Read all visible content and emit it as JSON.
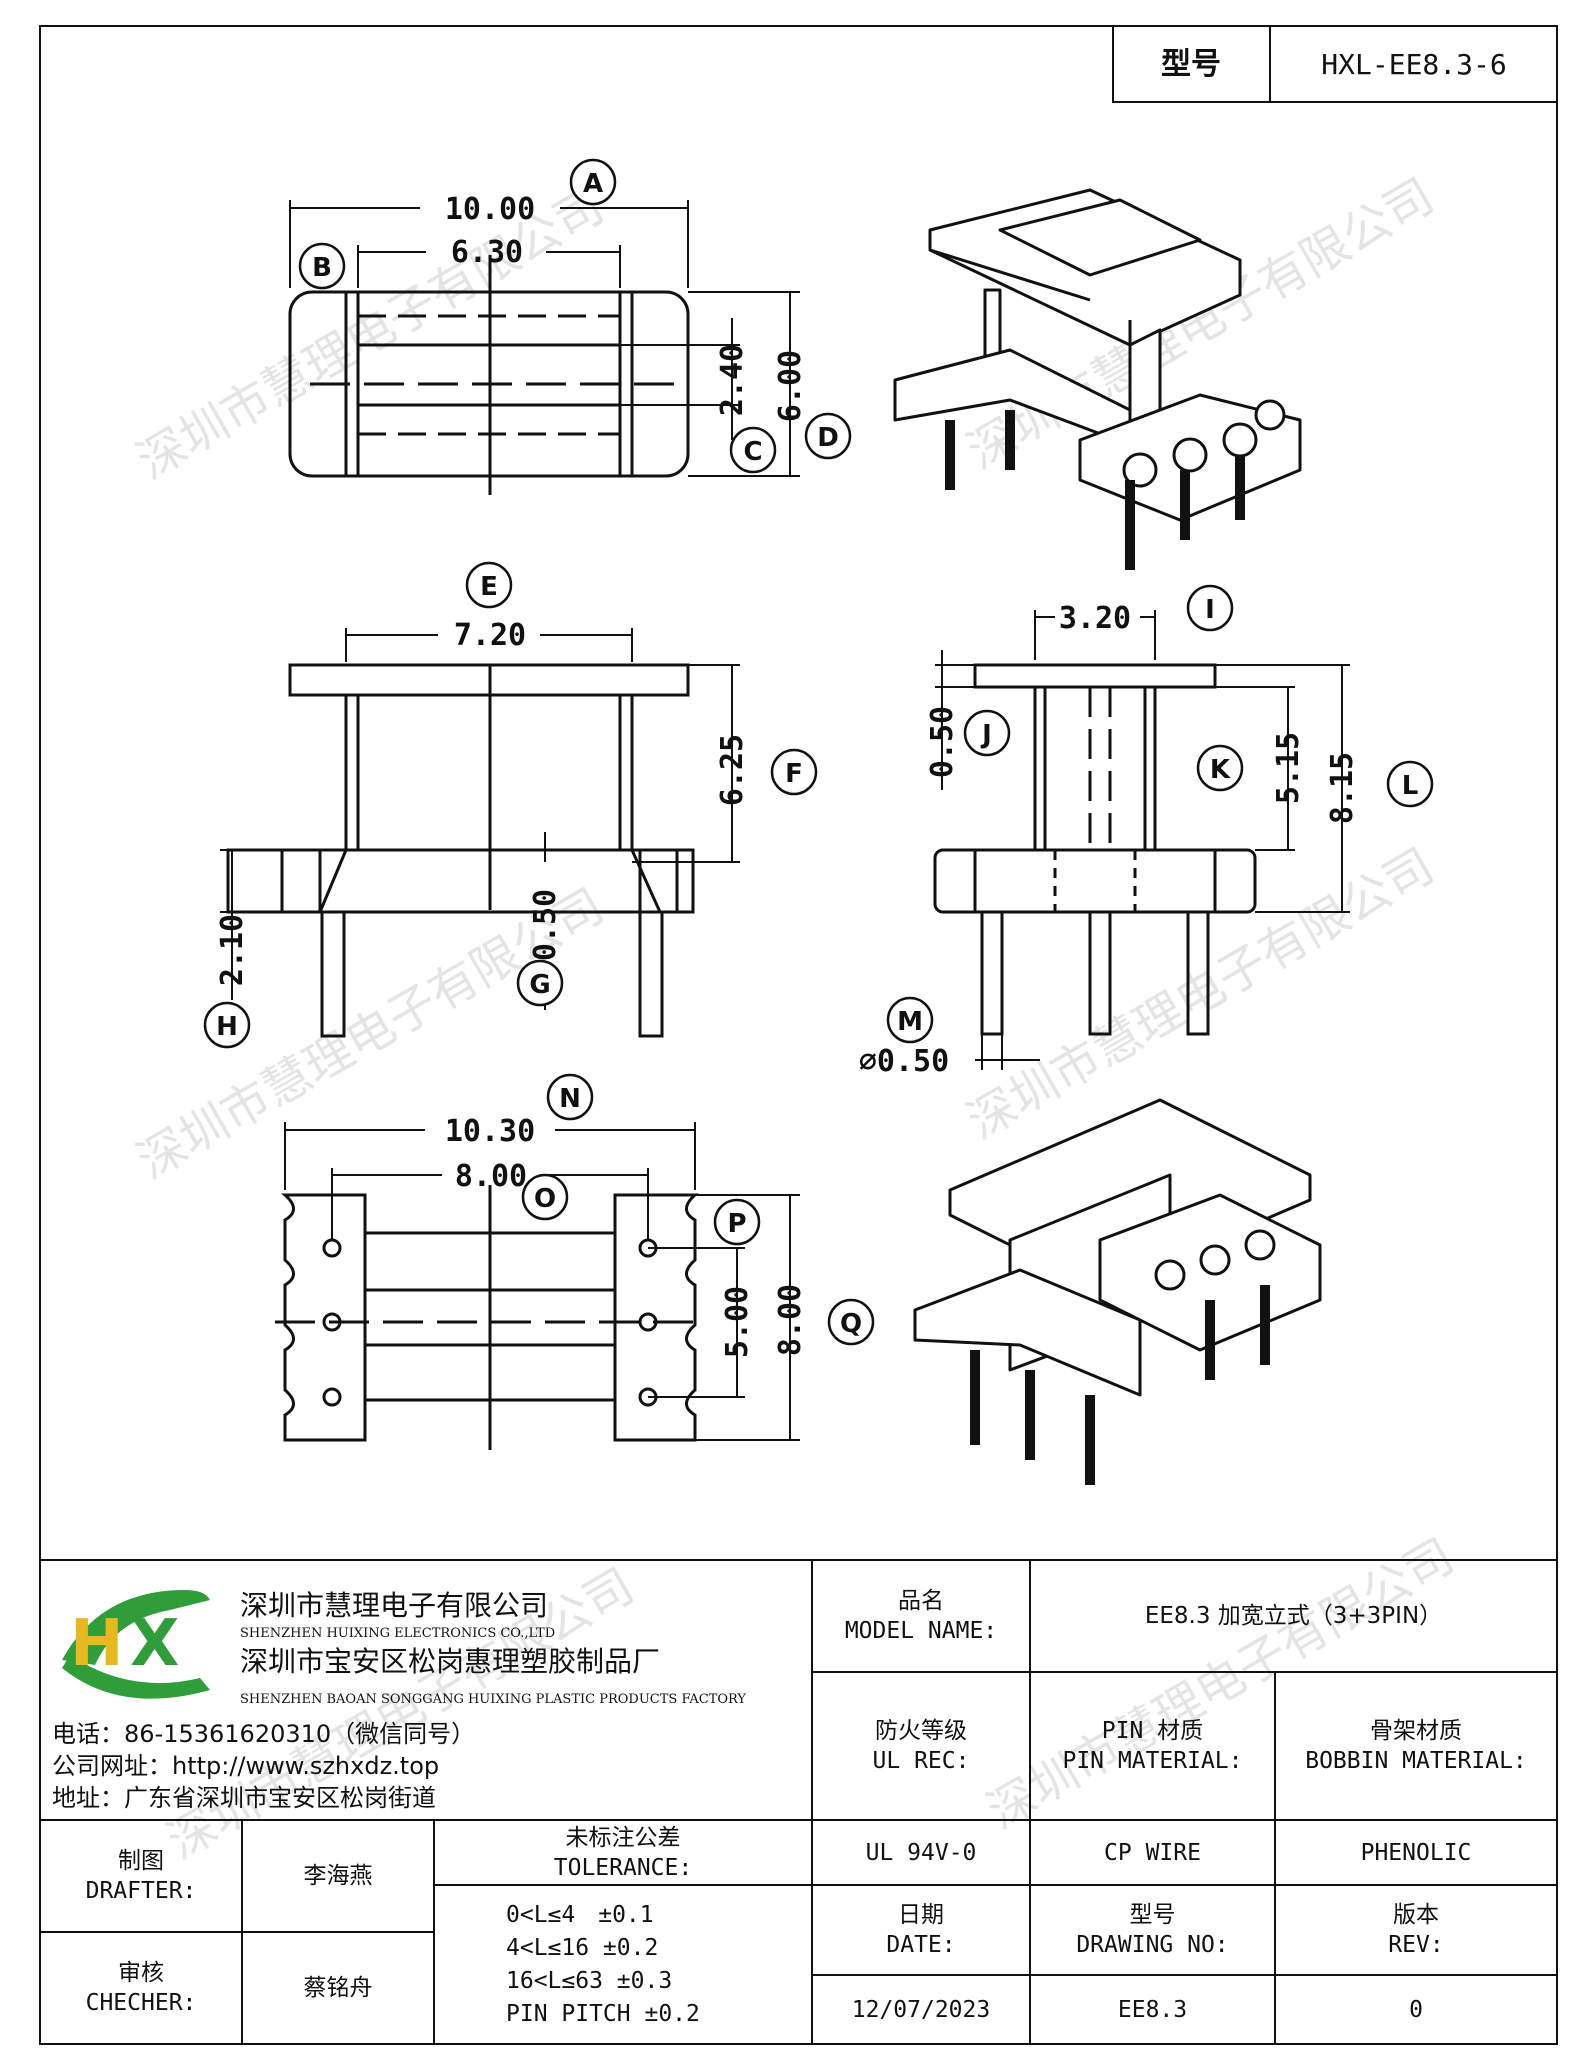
{
  "title_block_top": {
    "label": "型号",
    "value": "HXL-EE8.3-6"
  },
  "dimensions": {
    "A": "10.00",
    "B": "6.30",
    "C": "2.40",
    "D": "6.00",
    "E": "7.20",
    "F": "6.25",
    "G": "0.50",
    "H": "2.10",
    "I": "3.20",
    "J": "0.50",
    "K": "5.15",
    "L": "8.15",
    "M": "⌀0.50",
    "N": "10.30",
    "O": "8.00",
    "P": "5.00",
    "Q": "8.00"
  },
  "callouts": [
    "A",
    "B",
    "C",
    "D",
    "E",
    "F",
    "G",
    "H",
    "I",
    "J",
    "K",
    "L",
    "M",
    "N",
    "O",
    "P",
    "Q"
  ],
  "watermark": "深圳市慧理电子有限公司",
  "company": {
    "logo_letters": "HX",
    "name_cn": "深圳市慧理电子有限公司",
    "name_en": "SHENZHEN HUIXING ELECTRONICS CO.,LTD",
    "factory_cn": "深圳市宝安区松岗惠理塑胶制品厂",
    "factory_en": "SHENZHEN BAOAN SONGGANG HUIXING PLASTIC PRODUCTS FACTORY",
    "phone": "电话：86-15361620310（微信同号）",
    "website": "公司网址：http://www.szhxdz.top",
    "address": "地址：广东省深圳市宝安区松岗街道"
  },
  "model_name": {
    "label_cn": "品名",
    "label_en": "MODEL NAME:",
    "value": "EE8.3 加宽立式（3+3PIN）"
  },
  "ul_rec": {
    "label_cn": "防火等级",
    "label_en": "UL REC:",
    "value": "UL 94V-0"
  },
  "pin_material": {
    "label_cn": "PIN 材质",
    "label_en": "PIN MATERIAL:",
    "value": "CP WIRE"
  },
  "bobbin_material": {
    "label_cn": "骨架材质",
    "label_en": "BOBBIN MATERIAL:",
    "value": "PHENOLIC"
  },
  "drafter": {
    "label_cn": "制图",
    "label_en": "DRAFTER:",
    "value": "李海燕"
  },
  "checker": {
    "label_cn": "审核",
    "label_en": "CHECHER:",
    "value": "蔡铭舟"
  },
  "tolerance": {
    "label_cn": "未标注公差",
    "label_en": "TOLERANCE:",
    "rows": [
      "0<L≤4　±0.1",
      "4<L≤16 ±0.2",
      "16<L≤63 ±0.3",
      "PIN PITCH ±0.2"
    ]
  },
  "date": {
    "label_cn": "日期",
    "label_en": "DATE:",
    "value": "12/07/2023"
  },
  "drawing_no": {
    "label_cn": "型号",
    "label_en": "DRAWING NO:",
    "value": "EE8.3"
  },
  "rev": {
    "label_cn": "版本",
    "label_en": "REV:",
    "value": "0"
  },
  "colors": {
    "logo_green": "#2e9d3a",
    "logo_yellow": "#e8b820",
    "line": "#111111"
  }
}
